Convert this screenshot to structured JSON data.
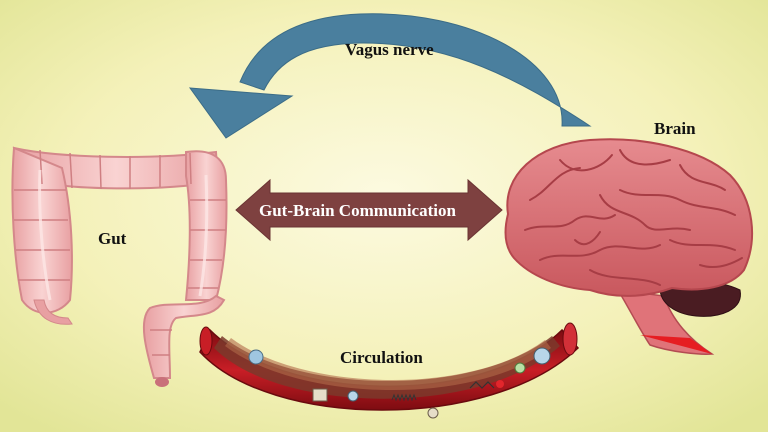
{
  "labels": {
    "vagus": "Vagus nerve",
    "brain": "Brain",
    "gut": "Gut",
    "communication": "Gut-Brain Communication",
    "circulation": "Circulation"
  },
  "colors": {
    "background_center": "#fbf8d6",
    "background_edge": "#e4e79a",
    "vagus_arrow": "#4a7f9e",
    "communication_arrow": "#7e4140",
    "gut": "#f2b3b3",
    "brain": "#d9767a",
    "cerebellum": "#4a1c22",
    "vessel": "#a8141c"
  },
  "icons": [
    "colon-illustration",
    "brain-illustration",
    "blood-vessel-illustration",
    "curved-arrow-icon",
    "double-headed-arrow-icon"
  ]
}
